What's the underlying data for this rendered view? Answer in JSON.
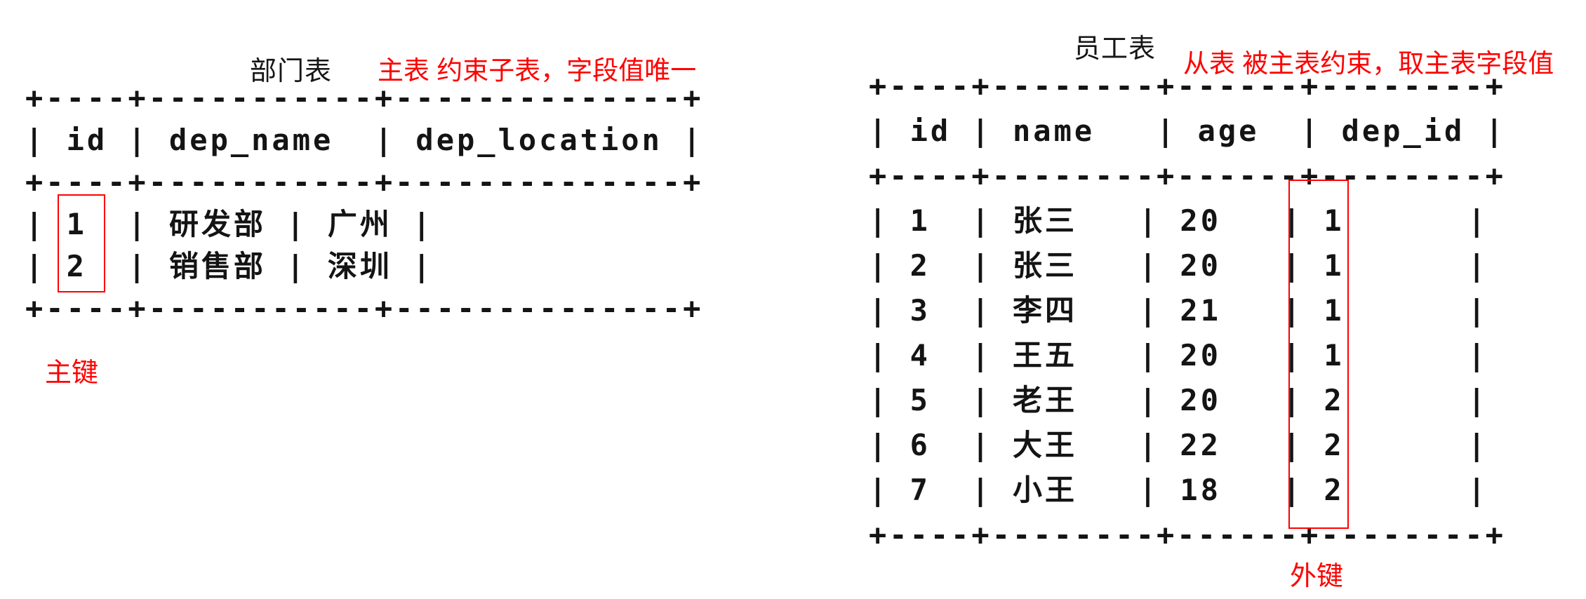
{
  "page": {
    "background_color": "#ffffff",
    "text_color": "#141414",
    "annotation_color": "#fe0000"
  },
  "left_table": {
    "title": "部门表",
    "annotation": "主表 约束子表，字段值唯一",
    "key_label": "主键",
    "columns": [
      "id",
      "dep_name",
      "dep_location"
    ],
    "rows": [
      [
        "1",
        "研发部",
        "广州"
      ],
      [
        "2",
        "销售部",
        "深圳"
      ]
    ],
    "ascii": [
      "+----+-----------+--------------+",
      "| id | dep_name  | dep_location |",
      "+----+-----------+--------------+",
      "| 1  | 研发部 | 广州 |",
      "| 2  | 销售部 | 深圳 |",
      "+----+-----------+--------------+"
    ]
  },
  "right_table": {
    "title": "员工表",
    "annotation": "从表 被主表约束，取主表字段值",
    "key_label": "外键",
    "columns": [
      "id",
      "name",
      "age",
      "dep_id"
    ],
    "rows": [
      [
        "1",
        "张三",
        "20",
        "1"
      ],
      [
        "2",
        "张三",
        "20",
        "1"
      ],
      [
        "3",
        "李四",
        "21",
        "1"
      ],
      [
        "4",
        "王五",
        "20",
        "1"
      ],
      [
        "5",
        "老王",
        "20",
        "2"
      ],
      [
        "6",
        "大王",
        "22",
        "2"
      ],
      [
        "7",
        "小王",
        "18",
        "2"
      ]
    ],
    "ascii": [
      "+----+--------+------+--------+",
      "| id | name   | age  | dep_id |",
      "+----+--------+------+--------+",
      "| 1  | 张三   | 20   | 1      |",
      "| 2  | 张三   | 20   | 1      |",
      "| 3  | 李四   | 21   | 1      |",
      "| 4  | 王五   | 20   | 1      |",
      "| 5  | 老王   | 20   | 2      |",
      "| 6  | 大王   | 22   | 2      |",
      "| 7  | 小王   | 18   | 2      |",
      "+----+--------+------+--------+"
    ]
  }
}
